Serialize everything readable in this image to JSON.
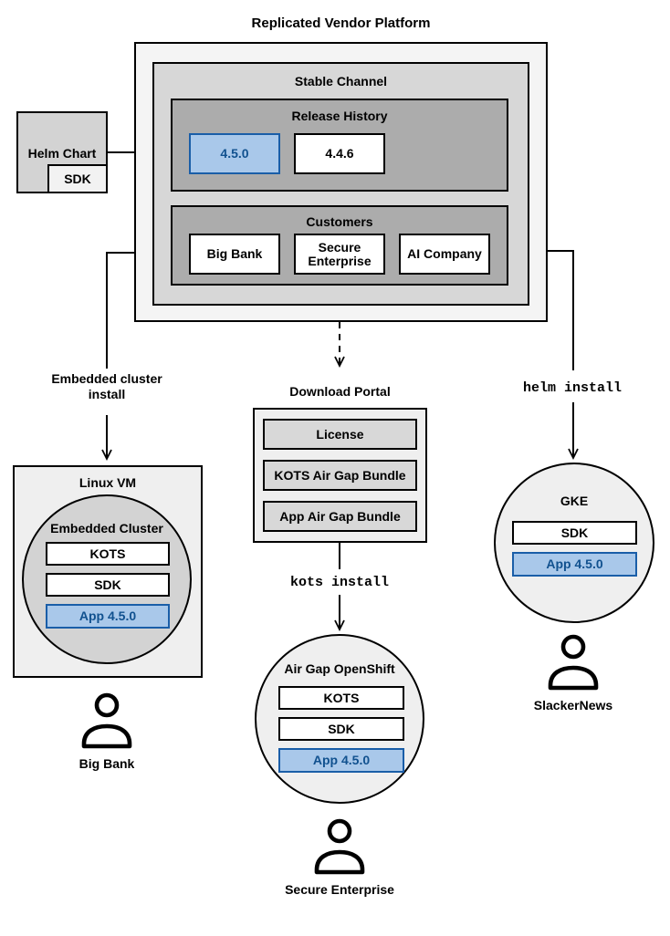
{
  "diagram": {
    "title": "Replicated Vendor Platform",
    "stable_channel": {
      "label": "Stable Channel",
      "release_history": {
        "label": "Release History",
        "releases": [
          "4.5.0",
          "4.4.6"
        ]
      },
      "customers": {
        "label": "Customers",
        "items": [
          "Big Bank",
          "Secure Enterprise",
          "AI Company"
        ]
      }
    },
    "helm_chart": {
      "label": "Helm Chart",
      "sdk": "SDK"
    },
    "left_flow": {
      "install_label": "Embedded cluster install",
      "vm": "Linux VM",
      "cluster": "Embedded Cluster",
      "components": [
        "KOTS",
        "SDK",
        "App 4.5.0"
      ],
      "user": "Big Bank"
    },
    "center_flow": {
      "portal": "Download Portal",
      "portal_items": [
        "License",
        "KOTS Air Gap Bundle",
        "App Air Gap Bundle"
      ],
      "install_label": "kots install",
      "cluster": "Air Gap OpenShift",
      "components": [
        "KOTS",
        "SDK",
        "App 4.5.0"
      ],
      "user": "Secure Enterprise"
    },
    "right_flow": {
      "install_label": "helm install",
      "cluster": "GKE",
      "components": [
        "SDK",
        "App 4.5.0"
      ],
      "user": "SlackerNews"
    },
    "colors": {
      "highlight_fill": "#A9C8EA",
      "highlight_stroke": "#1A5EA8",
      "highlight_text": "#11518F"
    }
  }
}
